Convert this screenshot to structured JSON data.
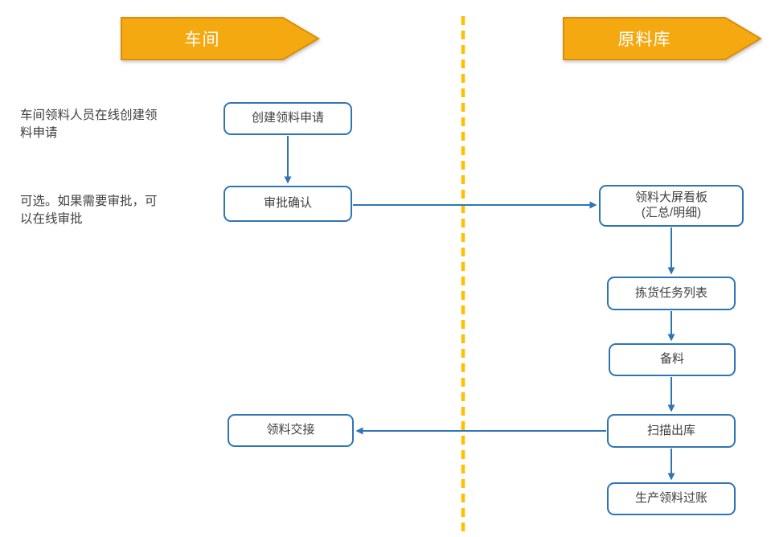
{
  "lanes": [
    {
      "id": "workshop",
      "label": "车间"
    },
    {
      "id": "warehouse",
      "label": "原料库"
    }
  ],
  "annotations": [
    {
      "text": "车间领料人员在线创建领\n料申请"
    },
    {
      "text": "可选。如果需要审批，可\n以在线审批"
    }
  ],
  "nodes": [
    {
      "id": "create",
      "lane": "workshop",
      "label": "创建领料申请"
    },
    {
      "id": "approve",
      "lane": "workshop",
      "label": "审批确认"
    },
    {
      "id": "board",
      "lane": "warehouse",
      "label": "领料大屏看板\n(汇总/明细)"
    },
    {
      "id": "picklist",
      "lane": "warehouse",
      "label": "拣货任务列表"
    },
    {
      "id": "prepare",
      "lane": "warehouse",
      "label": "备料"
    },
    {
      "id": "scanout",
      "lane": "warehouse",
      "label": "扫描出库"
    },
    {
      "id": "handover",
      "lane": "workshop",
      "label": "领料交接"
    },
    {
      "id": "posting",
      "lane": "warehouse",
      "label": "生产领料过账"
    }
  ],
  "edges": [
    {
      "from": "create",
      "to": "approve"
    },
    {
      "from": "approve",
      "to": "board"
    },
    {
      "from": "board",
      "to": "picklist"
    },
    {
      "from": "picklist",
      "to": "prepare"
    },
    {
      "from": "prepare",
      "to": "scanout"
    },
    {
      "from": "scanout",
      "to": "handover"
    },
    {
      "from": "scanout",
      "to": "posting"
    }
  ],
  "colors": {
    "lane_header_fill": "#F5A911",
    "lane_header_border": "#D98E0B",
    "divider": "#FFC000",
    "connector_blue": "#2E75B6",
    "node_border": "#2E75B6",
    "text": "#404040",
    "header_text": "#ffffff",
    "background": "#ffffff"
  }
}
